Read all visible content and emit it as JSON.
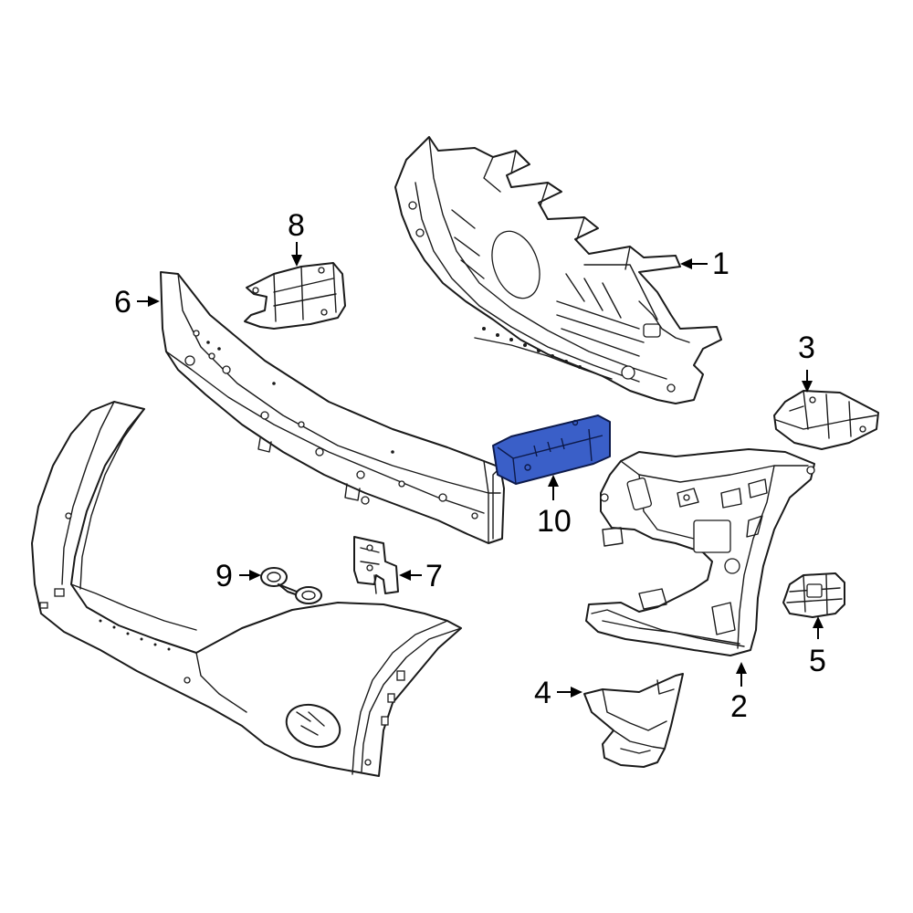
{
  "diagram": {
    "highlight_color": "#3a5fc8",
    "callouts": [
      {
        "id": "1",
        "label": "1"
      },
      {
        "id": "2",
        "label": "2"
      },
      {
        "id": "3",
        "label": "3"
      },
      {
        "id": "4",
        "label": "4"
      },
      {
        "id": "5",
        "label": "5"
      },
      {
        "id": "6",
        "label": "6"
      },
      {
        "id": "7",
        "label": "7"
      },
      {
        "id": "8",
        "label": "8"
      },
      {
        "id": "9",
        "label": "9"
      },
      {
        "id": "10",
        "label": "10"
      }
    ]
  }
}
